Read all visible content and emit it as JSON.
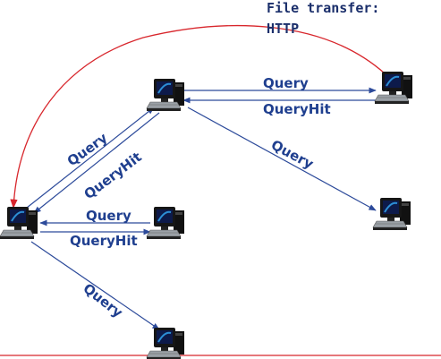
{
  "colors": {
    "label": "#1f3f8f",
    "arrow": "#2c4a9a",
    "http_arrow": "#d8262c",
    "title": "#1b2f6b",
    "monitor_dark": "#151515",
    "screen": "#0d1a4a",
    "screen_glow": "#2c8fd6",
    "keyboard": "#9aa0a6"
  },
  "file_transfer": {
    "line1": "File transfer:",
    "line2": "HTTP"
  },
  "labels": {
    "top_query": "Query",
    "top_queryhit": "QueryHit",
    "right_query": "Query",
    "diag_query": "Query",
    "diag_queryhit": "QueryHit",
    "mid_query": "Query",
    "mid_queryhit": "QueryHit",
    "bottom_query": "Query"
  },
  "nodes": [
    {
      "id": "peer-top-center",
      "icon": "computer-icon"
    },
    {
      "id": "peer-top-right",
      "icon": "computer-icon"
    },
    {
      "id": "peer-left",
      "icon": "computer-icon"
    },
    {
      "id": "peer-middle",
      "icon": "computer-icon"
    },
    {
      "id": "peer-right",
      "icon": "computer-icon"
    },
    {
      "id": "peer-bottom",
      "icon": "computer-icon"
    }
  ]
}
